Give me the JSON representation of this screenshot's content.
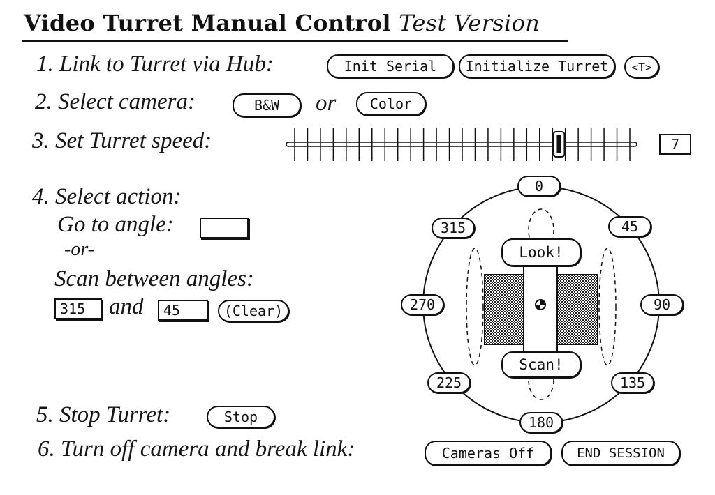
{
  "title": {
    "main": "Video Turret Manual Control",
    "version": "Test Version"
  },
  "step1": {
    "label": "1. Link to Turret via Hub:",
    "init_serial": "Init Serial",
    "init_turret": "Initialize Turret",
    "t_button": "<T>"
  },
  "step2": {
    "label": "2. Select camera:",
    "bw": "B&W",
    "or": "or",
    "color": "Color"
  },
  "step3": {
    "label": "3. Set Turret speed:",
    "speed_value": "7",
    "slider_level": 7,
    "slider_min": 0,
    "slider_max": 9
  },
  "step4": {
    "label": "4. Select action:",
    "go_to_angle": "Go to angle:",
    "go_to_angle_value": "",
    "or": "-or-",
    "scan_between": "Scan between angles:",
    "scan_from": "315",
    "and": "and",
    "scan_to": "45",
    "clear": "(Clear)"
  },
  "dial": {
    "angles": {
      "a0": "0",
      "a45": "45",
      "a90": "90",
      "a135": "135",
      "a180": "180",
      "a225": "225",
      "a270": "270",
      "a315": "315"
    },
    "look": "Look!",
    "scan": "Scan!",
    "center_icon": "crosshair-icon"
  },
  "step5": {
    "label": "5. Stop Turret:",
    "stop": "Stop"
  },
  "step6": {
    "label": "6. Turn off camera and break link:",
    "cameras_off": "Cameras Off",
    "end_session": "END SESSION"
  }
}
